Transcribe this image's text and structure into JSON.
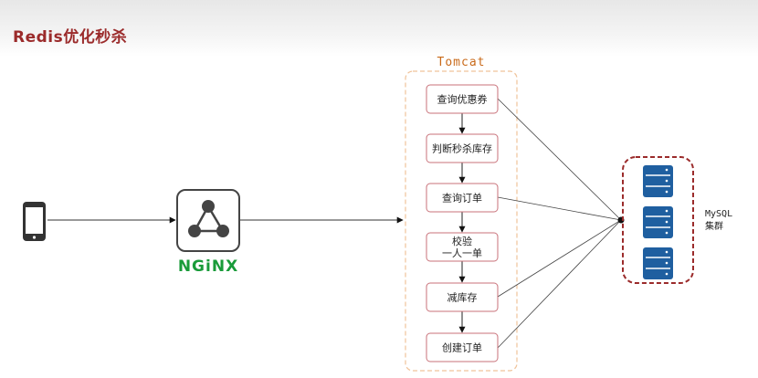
{
  "title": "Redis优化秒杀",
  "nginx_label": "NGiNX",
  "tomcat_label": "Tomcat",
  "steps": [
    {
      "lines": [
        "查询优惠券"
      ]
    },
    {
      "lines": [
        "判断秒杀库存"
      ]
    },
    {
      "lines": [
        "查询订单"
      ]
    },
    {
      "lines": [
        "校验",
        "一人一单"
      ]
    },
    {
      "lines": [
        "减库存"
      ]
    },
    {
      "lines": [
        "创建订单"
      ]
    }
  ],
  "mysql_label": [
    "MySQL",
    "集群"
  ],
  "colors": {
    "title": "#9b2b2b",
    "step_border": "#c9727a",
    "tomcat_border": "#f0c39a",
    "mysql_border": "#9b2b2b",
    "db_fill": "#1f5fa0",
    "nginx_green": "#1a9b3a"
  },
  "icons": [
    "phone-icon",
    "nginx-logo-icon",
    "database-icon"
  ]
}
